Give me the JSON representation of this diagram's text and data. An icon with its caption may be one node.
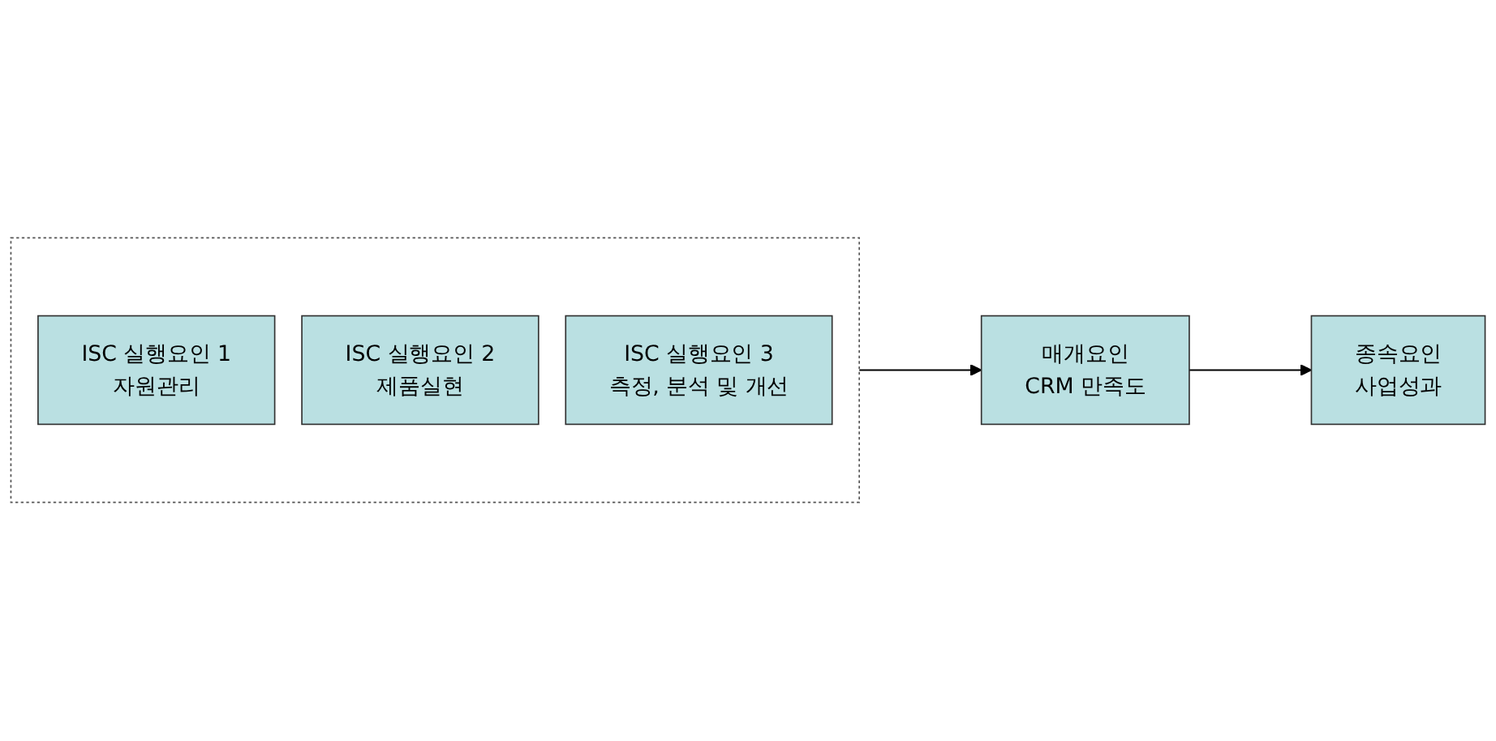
{
  "diagram": {
    "nodes": [
      {
        "text": [],
        "shape": "box"
      },
      {
        "text": [
          "ISC 실행요인 1",
          "자원관리"
        ],
        "in": 0
      },
      {
        "text": [
          "ISC 실행요인 2",
          "제품실현"
        ],
        "in": 0
      },
      {
        "text": [
          "ISC 실행요인 3",
          "측정, 분석 및 개선"
        ],
        "in": 0
      },
      {
        "text": [
          "매개요인",
          "CRM 만족도"
        ]
      },
      {
        "text": [
          "종속요인",
          "사업성과"
        ]
      }
    ],
    "edges": [
      {
        "from": 0,
        "to": 4,
        "arrow": "to"
      },
      {
        "from": 4,
        "to": 5,
        "arrow": "to"
      }
    ]
  }
}
